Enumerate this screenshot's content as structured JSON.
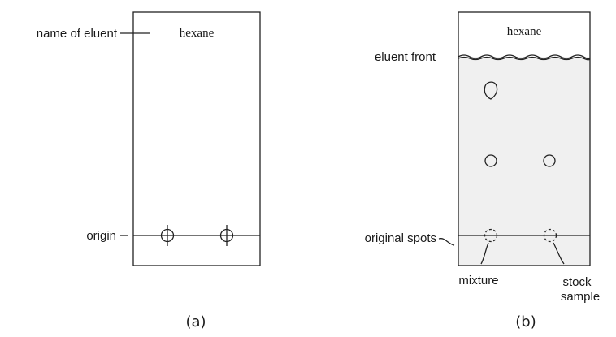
{
  "plate_a": {
    "eluent_label": "name of eluent",
    "eluent_name": "hexane",
    "origin_label": "origin",
    "caption": "(a)"
  },
  "plate_b": {
    "eluent_name": "hexane",
    "front_label": "eluent front",
    "spots_label": "original spots",
    "mixture_label": "mixture",
    "stock_label_line1": "stock",
    "stock_label_line2": "sample",
    "caption": "(b)"
  }
}
